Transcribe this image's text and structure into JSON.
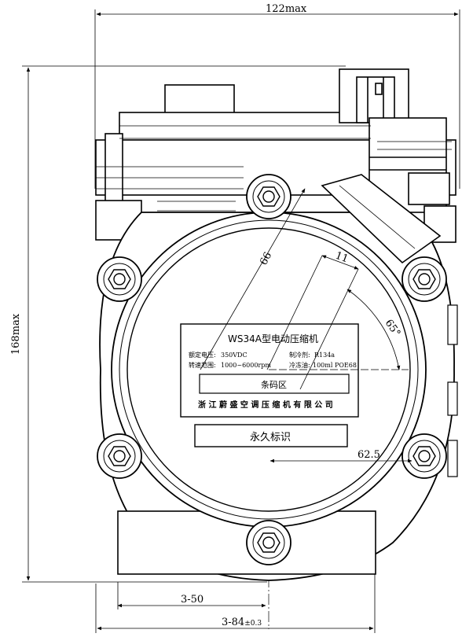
{
  "dimensions": {
    "overall_width": "122max",
    "overall_height": "168max",
    "bolt_circle_radius": "66",
    "offset": "11",
    "angle": "65°",
    "horizontal_offset": "62.5",
    "lower_mount": "3-50",
    "bottom_width": "3-84",
    "bottom_tolerance": "±0.3"
  },
  "nameplate": {
    "title": "WS34A型电动压缩机",
    "rated_voltage_label": "额定电压:",
    "rated_voltage_value": "350VDC",
    "refrigerant_label": "制冷剂:",
    "refrigerant_value": "R134a",
    "speed_label": "转速范围:",
    "speed_value": "1000~6000rpm",
    "oil_label": "冷冻油:",
    "oil_value": "100ml POE68",
    "barcode_area": "条码区",
    "manufacturer": "浙 江 蔚 盛 空 调 压 缩 机 有 限 公 司"
  },
  "permanent_label": "永久标识"
}
